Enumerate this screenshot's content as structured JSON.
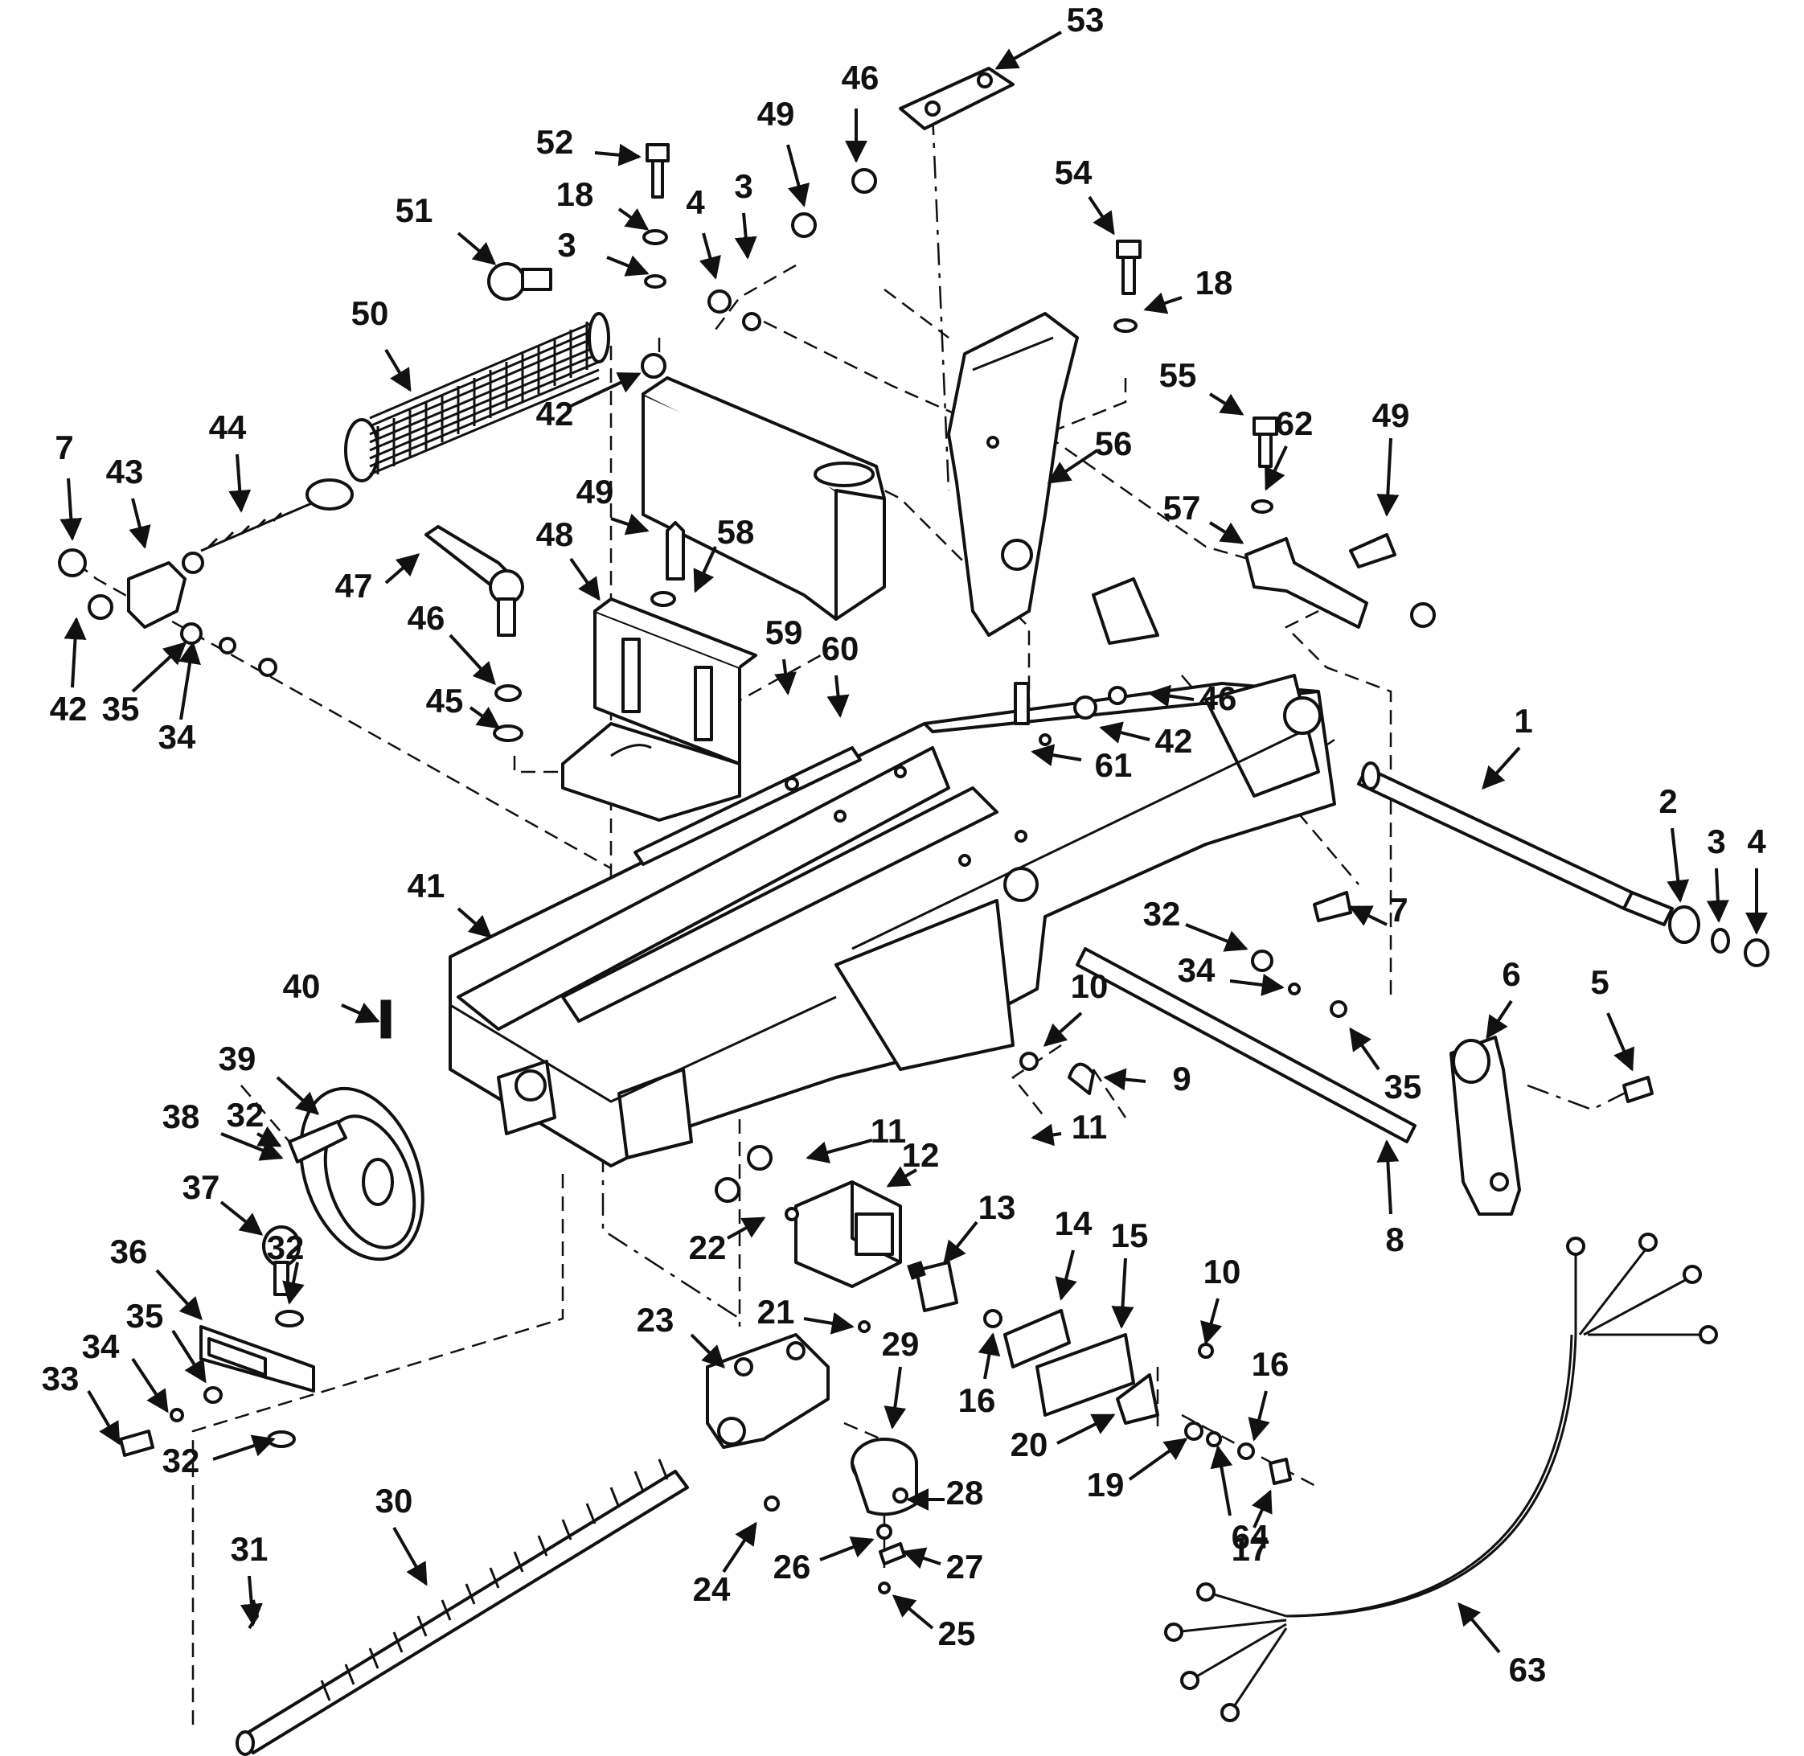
{
  "diagram": {
    "callouts": [
      {
        "label": "1"
      },
      {
        "label": "2"
      },
      {
        "label": "3"
      },
      {
        "label": "4"
      },
      {
        "label": "5"
      },
      {
        "label": "6"
      },
      {
        "label": "7"
      },
      {
        "label": "8"
      },
      {
        "label": "9"
      },
      {
        "label": "10"
      },
      {
        "label": "11"
      },
      {
        "label": "12"
      },
      {
        "label": "13"
      },
      {
        "label": "14"
      },
      {
        "label": "15"
      },
      {
        "label": "16"
      },
      {
        "label": "17"
      },
      {
        "label": "18"
      },
      {
        "label": "19"
      },
      {
        "label": "20"
      },
      {
        "label": "21"
      },
      {
        "label": "22"
      },
      {
        "label": "23"
      },
      {
        "label": "24"
      },
      {
        "label": "25"
      },
      {
        "label": "26"
      },
      {
        "label": "27"
      },
      {
        "label": "28"
      },
      {
        "label": "29"
      },
      {
        "label": "30"
      },
      {
        "label": "31"
      },
      {
        "label": "32"
      },
      {
        "label": "33"
      },
      {
        "label": "34"
      },
      {
        "label": "35"
      },
      {
        "label": "36"
      },
      {
        "label": "37"
      },
      {
        "label": "38"
      },
      {
        "label": "39"
      },
      {
        "label": "40"
      },
      {
        "label": "41"
      },
      {
        "label": "42"
      },
      {
        "label": "43"
      },
      {
        "label": "44"
      },
      {
        "label": "45"
      },
      {
        "label": "46"
      },
      {
        "label": "47"
      },
      {
        "label": "48"
      },
      {
        "label": "49"
      },
      {
        "label": "50"
      },
      {
        "label": "51"
      },
      {
        "label": "52"
      },
      {
        "label": "53"
      },
      {
        "label": "54"
      },
      {
        "label": "55"
      },
      {
        "label": "56"
      },
      {
        "label": "57"
      },
      {
        "label": "58"
      },
      {
        "label": "59"
      },
      {
        "label": "60"
      },
      {
        "label": "61"
      },
      {
        "label": "62"
      },
      {
        "label": "63"
      },
      {
        "label": "64"
      },
      {
        "label": "3"
      },
      {
        "label": "3"
      },
      {
        "label": "4"
      },
      {
        "label": "7"
      },
      {
        "label": "10"
      },
      {
        "label": "11"
      },
      {
        "label": "16"
      },
      {
        "label": "18"
      },
      {
        "label": "32"
      },
      {
        "label": "32"
      },
      {
        "label": "32"
      },
      {
        "label": "34"
      },
      {
        "label": "34"
      },
      {
        "label": "35"
      },
      {
        "label": "35"
      },
      {
        "label": "42"
      },
      {
        "label": "42"
      },
      {
        "label": "46"
      },
      {
        "label": "46"
      },
      {
        "label": "49"
      },
      {
        "label": "49"
      }
    ]
  }
}
